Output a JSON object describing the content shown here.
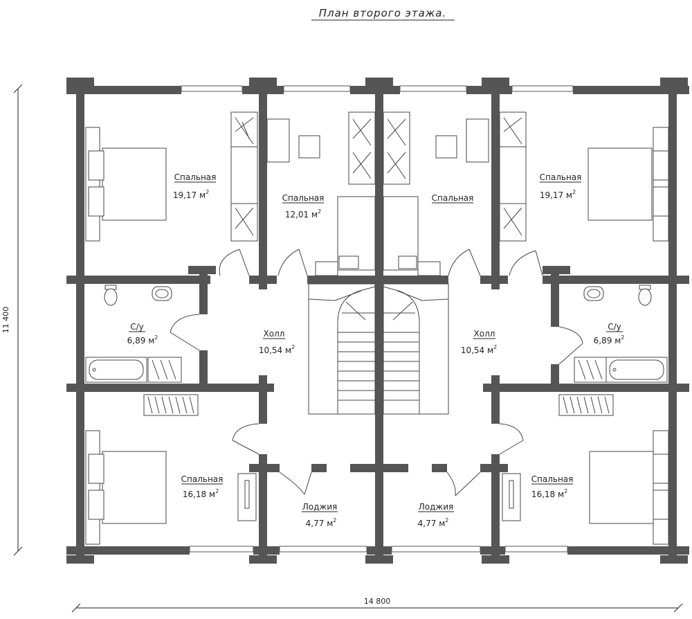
{
  "title": "План второго этажа.",
  "dimensions": {
    "width": "14 800",
    "height": "11 400"
  },
  "area_unit": "м",
  "area_unit_sup": "2",
  "rooms": [
    {
      "name": "Спальная",
      "area": "19,17"
    },
    {
      "name": "Спальная",
      "area": "12,01"
    },
    {
      "name": "Спальная",
      "area": ""
    },
    {
      "name": "Спальная",
      "area": "19,17"
    },
    {
      "name": "С/у",
      "area": "6,89"
    },
    {
      "name": "Холл",
      "area": "10,54"
    },
    {
      "name": "Холл",
      "area": "10,54"
    },
    {
      "name": "С/у",
      "area": "6,89"
    },
    {
      "name": "Спальная",
      "area": "16,18"
    },
    {
      "name": "Лоджия",
      "area": "4,77"
    },
    {
      "name": "Лоджия",
      "area": "4,77"
    },
    {
      "name": "Спальная",
      "area": "16,18"
    }
  ]
}
